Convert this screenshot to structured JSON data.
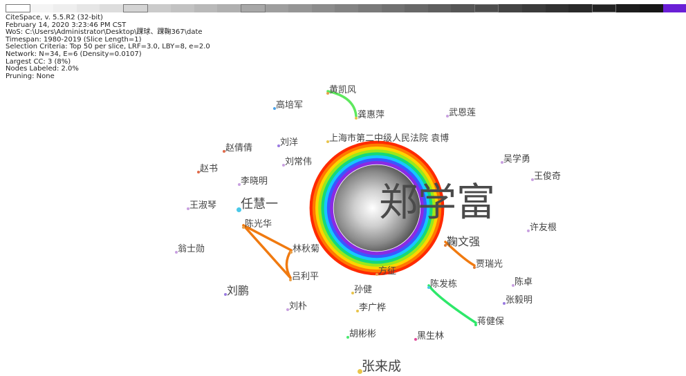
{
  "header": {
    "lines": [
      "CiteSpace, v. 5.5.R2 (32-bit)",
      "February 14, 2020 3:23:46 PM CST",
      "WoS: C:\\Users\\Administrator\\Desktop\\踝球、踝鞠367\\date",
      "Timespan: 1980-2019 (Slice Length=1)",
      "Selection Criteria: Top 50 per slice, LRF=3.0, LBY=8, e=2.0",
      "Network: N=34, E=6 (Density=0.0107)",
      "Largest CC: 3 (8%)",
      "Nodes Labeled: 2.0%",
      "Pruning: None"
    ]
  },
  "timeline": {
    "colors": [
      "#ffffff",
      "#f4f4f4",
      "#eeeeee",
      "#e6e6e6",
      "#dddddd",
      "#d4d4d4",
      "#cbcbcb",
      "#c2c2c2",
      "#b9b9b9",
      "#b0b0b0",
      "#a7a7a7",
      "#9e9e9e",
      "#959595",
      "#8c8c8c",
      "#838383",
      "#7a7a7a",
      "#717171",
      "#686868",
      "#5f5f5f",
      "#565656",
      "#4d4d4d",
      "#444444",
      "#3b3b3b",
      "#323232",
      "#2a2a2a",
      "#232323",
      "#1d1d1d",
      "#171717",
      "#6a1fd6"
    ],
    "boxed_indices": [
      0,
      5,
      10,
      20,
      25
    ]
  },
  "hub": {
    "label": "郑学富",
    "ring_colors": [
      "#ff2a00",
      "#ff7a00",
      "#ffd400",
      "#9be81a",
      "#14d97a",
      "#15c8ff",
      "#3a57ff",
      "#8a2be2"
    ]
  },
  "nodes": [
    {
      "label": "黄凯风",
      "color": "#e8a04a",
      "size": 13
    },
    {
      "label": "高培军",
      "color": "#4aa3e8",
      "size": 13
    },
    {
      "label": "龚惠萍",
      "color": "#e8c44a",
      "size": 13
    },
    {
      "label": "武恩莲",
      "color": "#c8a0e0",
      "size": 13
    },
    {
      "label": "赵倩倩",
      "color": "#e06a4a",
      "size": 13
    },
    {
      "label": "刘洋",
      "color": "#9a7ae0",
      "size": 13
    },
    {
      "label": "上海市第二中级人民法院 袁博",
      "color": "#e8c44a",
      "size": 13
    },
    {
      "label": "刘常伟",
      "color": "#c8a0e0",
      "size": 13
    },
    {
      "label": "吴学勇",
      "color": "#c8a0e0",
      "size": 13
    },
    {
      "label": "赵书",
      "color": "#e06a4a",
      "size": 13
    },
    {
      "label": "王俊奇",
      "color": "#c8a0e0",
      "size": 13
    },
    {
      "label": "李晓明",
      "color": "#c8a0e0",
      "size": 13
    },
    {
      "label": "任慧一",
      "color": "#4ac8e8",
      "size": 18
    },
    {
      "label": "王淑琴",
      "color": "#c8a0e0",
      "size": 13
    },
    {
      "label": "陈光华",
      "color": "#e8a04a",
      "size": 13
    },
    {
      "label": "许友根",
      "color": "#c8a0e0",
      "size": 13
    },
    {
      "label": "鞠文强",
      "color": "#e07a30",
      "size": 16
    },
    {
      "label": "林秋菊",
      "color": "#e8a04a",
      "size": 13
    },
    {
      "label": "翁士勋",
      "color": "#c8a0e0",
      "size": 13
    },
    {
      "label": "贾瑞光",
      "color": "#e07a30",
      "size": 13
    },
    {
      "label": "方征",
      "color": "#e8a04a",
      "size": 13
    },
    {
      "label": "吕利平",
      "color": "#e8a04a",
      "size": 13
    },
    {
      "label": "陈卓",
      "color": "#c8a0e0",
      "size": 13
    },
    {
      "label": "陈发栋",
      "color": "#4ac8e8",
      "size": 13
    },
    {
      "label": "刘鹏",
      "color": "#9a7ae0",
      "size": 16
    },
    {
      "label": "孙健",
      "color": "#e8c44a",
      "size": 13
    },
    {
      "label": "张毅明",
      "color": "#9a7ae0",
      "size": 13
    },
    {
      "label": "刘朴",
      "color": "#c8a0e0",
      "size": 13
    },
    {
      "label": "李广桦",
      "color": "#e8c44a",
      "size": 13
    },
    {
      "label": "蒋健保",
      "color": "#2ee86a",
      "size": 13
    },
    {
      "label": "胡彬彬",
      "color": "#4ae870",
      "size": 13
    },
    {
      "label": "黑生林",
      "color": "#e04a9a",
      "size": 13
    },
    {
      "label": "张来成",
      "color": "#e8c44a",
      "size": 19
    }
  ],
  "edges": [
    {
      "from": 0,
      "to": 2,
      "color": "#5ee85e"
    },
    {
      "from": 14,
      "to": 17,
      "color": "#f07a10"
    },
    {
      "from": 14,
      "to": 21,
      "color": "#f07a10"
    },
    {
      "from": 17,
      "to": 21,
      "color": "#f07a10"
    },
    {
      "from": 16,
      "to": 19,
      "color": "#f07a10"
    },
    {
      "from": 23,
      "to": 29,
      "color": "#2ee86a"
    }
  ]
}
